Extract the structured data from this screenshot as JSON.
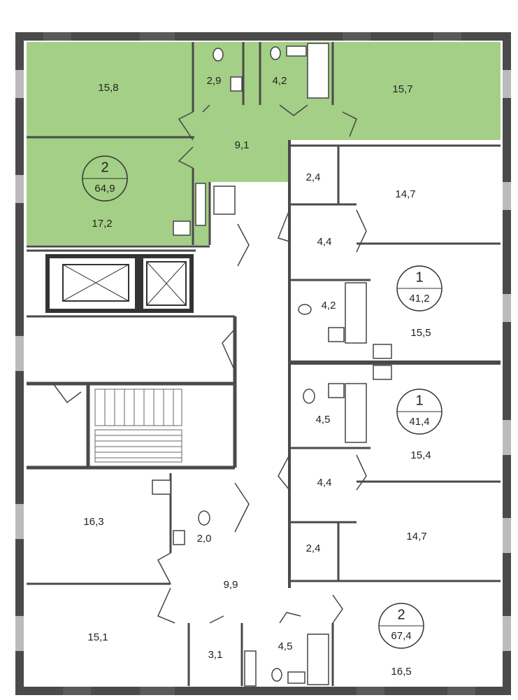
{
  "colors": {
    "highlight": "#a4cf86",
    "wall": "#4a4a4a",
    "window": "#5a5a5a",
    "background": "#ffffff"
  },
  "rooms": {
    "r158": "15,8",
    "r29": "2,9",
    "r42a": "4,2",
    "r157": "15,7",
    "r91": "9,1",
    "r172": "17,2",
    "r24a": "2,4",
    "r147a": "14,7",
    "r44a": "4,4",
    "r42b": "4,2",
    "r155": "15,5",
    "r45a": "4,5",
    "r154": "15,4",
    "r44b": "4,4",
    "r163": "16,3",
    "r20": "2,0",
    "r24b": "2,4",
    "r147b": "14,7",
    "r99": "9,9",
    "r151": "15,1",
    "r31": "3,1",
    "r45b": "4,5",
    "r165": "16,5"
  },
  "apartments": [
    {
      "rooms": "2",
      "area": "64,9"
    },
    {
      "rooms": "1",
      "area": "41,2"
    },
    {
      "rooms": "1",
      "area": "41,4"
    },
    {
      "rooms": "2",
      "area": "67,4"
    }
  ]
}
